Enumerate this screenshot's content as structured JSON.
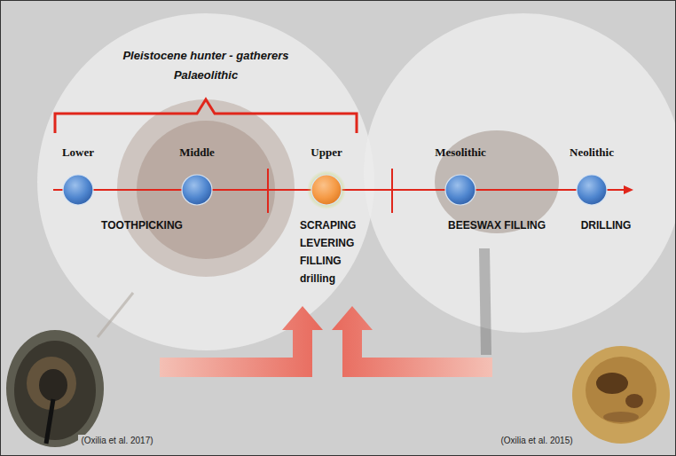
{
  "diagram": {
    "nodes": [
      {
        "text": [
          "Lower"
        ]
      },
      {
        "text": [
          "Middle"
        ]
      },
      {
        "text": [
          "Upper"
        ]
      },
      {
        "text": [
          "Mesolithic"
        ]
      },
      {
        "text": [
          "Neolithic"
        ]
      }
    ],
    "edges": [
      {
        "from": 0,
        "to": 1,
        "arrow": "none"
      },
      {
        "from": 1,
        "to": 2,
        "arrow": "none"
      },
      {
        "from": 2,
        "to": 3,
        "arrow": "none"
      },
      {
        "from": 3,
        "to": 4,
        "arrow": "none"
      }
    ],
    "labels": [
      "Pleistocene hunter - gatherers",
      "Palaeolithic",
      "TOOTHPICKING",
      "SCRAPING LEVERING FILLING drilling",
      "BEESWAX FILLING",
      "DRILLING",
      "(Oxilia et al. 2017)",
      "(Oxilia et al. 2015)"
    ]
  }
}
